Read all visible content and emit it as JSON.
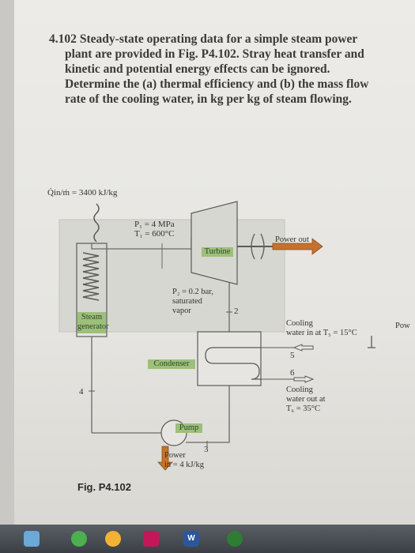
{
  "problem": {
    "number": "4.102",
    "lines": [
      "Steady-state operating data for a simple steam power",
      "plant are provided in Fig. P4.102. Stray heat transfer and",
      "kinetic and potential energy effects can be ignored.",
      "Determine the (a) thermal efficiency and (b) the mass flow",
      "rate of the cooling water, in kg per kg of steam flowing."
    ]
  },
  "diagram": {
    "heat_input": "Q̇in/ṁ = 3400 kJ/kg",
    "state1": [
      "P₁ = 4 MPa",
      "T₁ = 600°C"
    ],
    "turbine_label": "Turbine",
    "power_out_label": "Power out",
    "state2": [
      "P₂ = 0.2 bar,",
      "saturated",
      "vapor"
    ],
    "state2_number": "2",
    "steam_generator_label": [
      "Steam",
      "generator"
    ],
    "condenser_label": "Condenser",
    "cooling_in": [
      "Cooling",
      "water in at T₅ = 15°C"
    ],
    "state5_number": "5",
    "state6_number": "6",
    "cooling_out": [
      "Cooling",
      "water out at",
      "T₆ = 35°C"
    ],
    "state4_number": "4",
    "pump_label": "Pump",
    "state3_number": "3",
    "pump_power": [
      "Power",
      "in = 4 kJ/kg"
    ],
    "right_edge_cutoff": "Pow",
    "figure_label": "Fig. P4.102"
  },
  "taskbar": {
    "word_icon_letter": "W"
  },
  "colors": {
    "frame": "#d7d7d1",
    "outline": "#5a5a5a",
    "label_fill": "#9cc07a",
    "arrow_fill": "#c5722e",
    "pipe": "#6a6a6a"
  }
}
